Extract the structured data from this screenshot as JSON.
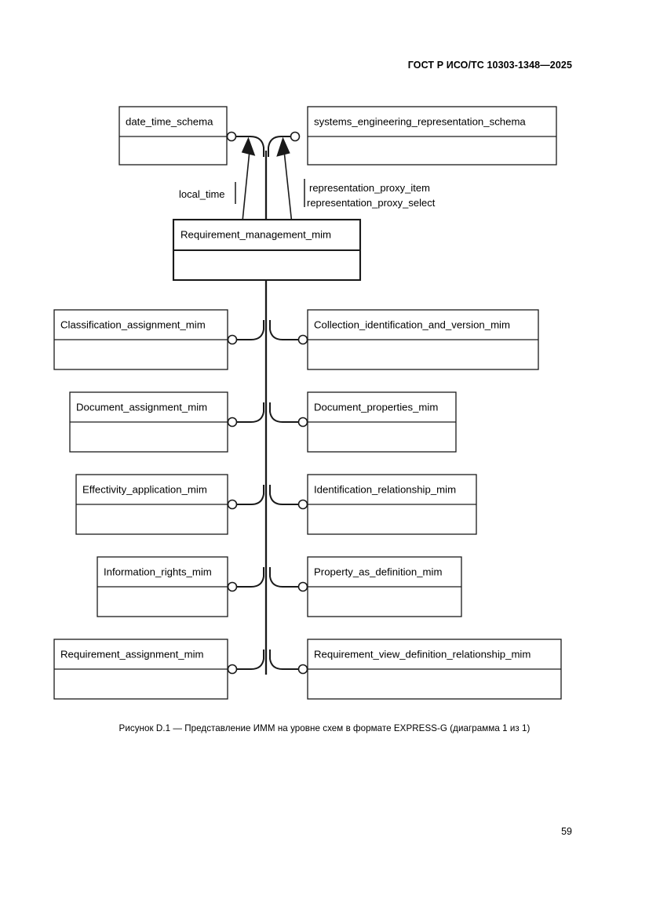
{
  "document": {
    "header": "ГОСТ Р ИСО/ТС 10303-1348—2025",
    "page_number": "59",
    "figure_caption": "Рисунок D.1 — Представление ИММ на уровне схем в формате EXPRESS-G (диаграмма 1 из 1)"
  },
  "diagram": {
    "type": "EXPRESS-G schema-level diagram",
    "root": {
      "label": "Requirement_management_mim",
      "emphasis": "bold-outline"
    },
    "referenced_schemas": [
      {
        "label": "date_time_schema"
      },
      {
        "label": "systems_engineering_representation_schema"
      }
    ],
    "edge_labels": {
      "left": "local_time",
      "right_line1": "representation_proxy_item",
      "right_line2": "representation_proxy_select"
    },
    "left_column": [
      {
        "label": "Classification_assignment_mim"
      },
      {
        "label": "Document_assignment_mim"
      },
      {
        "label": "Effectivity_application_mim"
      },
      {
        "label": "Information_rights_mim"
      },
      {
        "label": "Requirement_assignment_mim"
      }
    ],
    "right_column": [
      {
        "label": "Collection_identification_and_version_mim"
      },
      {
        "label": "Document_properties_mim"
      },
      {
        "label": "Identification_relationship_mim"
      },
      {
        "label": "Property_as_definition_mim"
      },
      {
        "label": "Requirement_view_definition_relationship_mim"
      }
    ]
  }
}
